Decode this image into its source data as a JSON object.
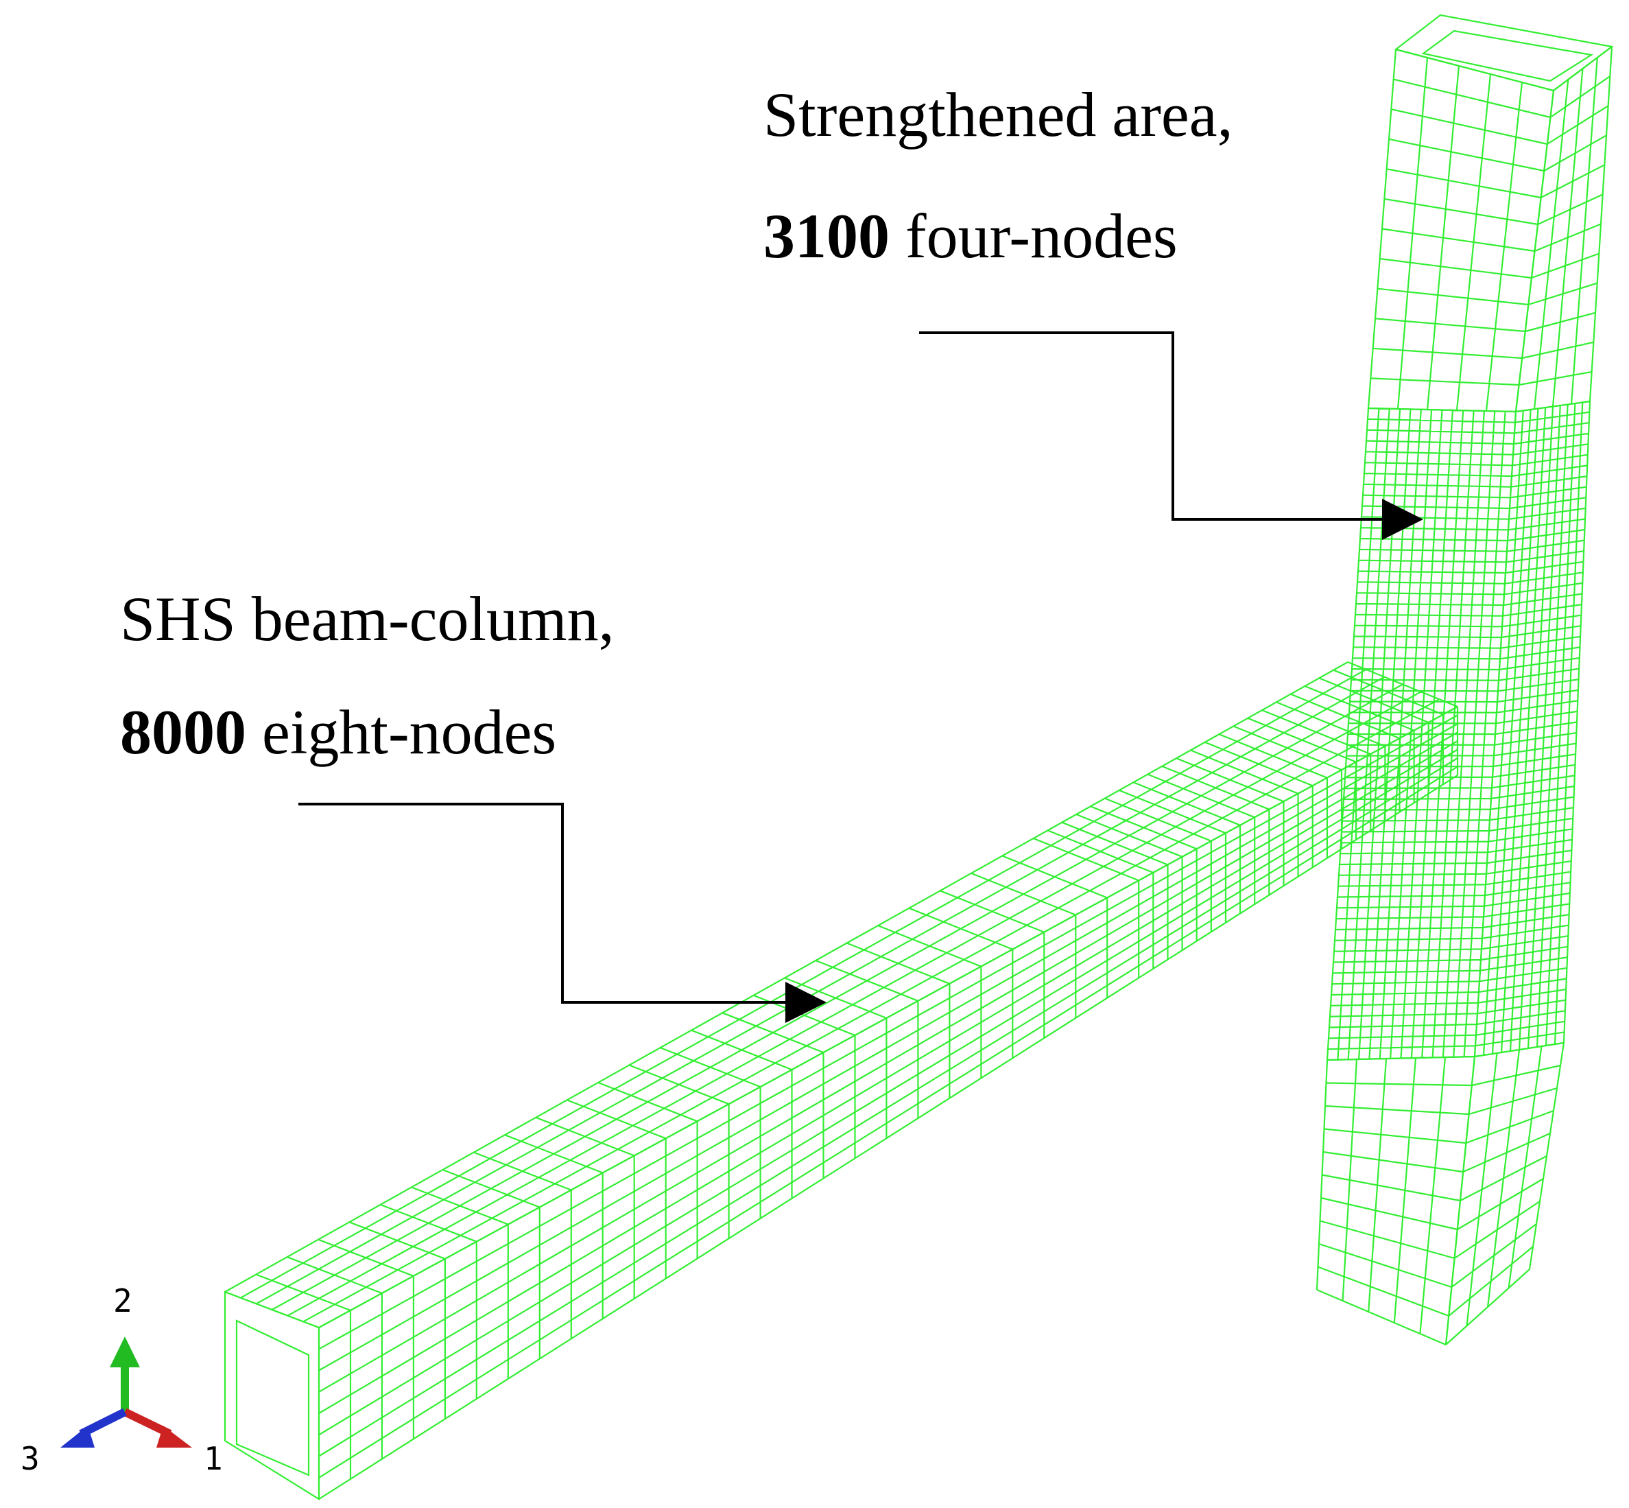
{
  "callouts": {
    "strengthened": {
      "line1": "Strengthened area,",
      "line2_bold": "3100",
      "line2_rest": " four-nodes"
    },
    "beam_column": {
      "line1": "SHS beam-column,",
      "line2_bold": "8000",
      "line2_rest": " eight-nodes"
    }
  },
  "triad": {
    "axis_2": "2",
    "axis_3": "3",
    "axis_1": "1"
  },
  "colors": {
    "mesh": "#33ee33",
    "axis_1": "#cc2222",
    "axis_2": "#22bb22",
    "axis_3": "#2233cc",
    "leader": "#000000"
  }
}
